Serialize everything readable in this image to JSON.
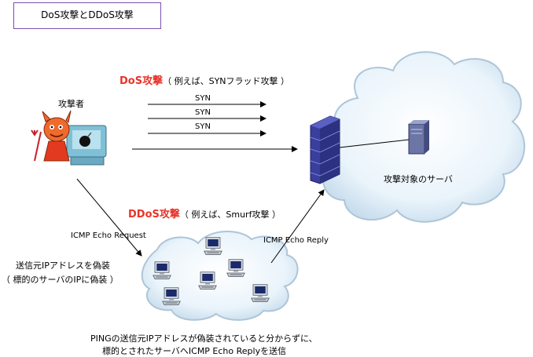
{
  "title": "DoS攻撃とDDoS攻撃",
  "attacker_label": "攻撃者",
  "dos": {
    "heading": "DoS攻撃",
    "example": "（ 例えば、SYNフラッド攻撃 ）",
    "syn_labels": [
      "SYN",
      "SYN",
      "SYN"
    ]
  },
  "ddos": {
    "heading": "DDoS攻撃",
    "example": "（ 例えば、Smurf攻撃 ）"
  },
  "target_label": "攻撃対象のサーバ",
  "icmp_request": "ICMP Echo Request",
  "icmp_reply": "ICMP Echo Reply",
  "spoof_note": [
    "送信元IPアドレスを偽装",
    "（ 標的のサーバのIPに偽装 ）"
  ],
  "bottom_note": [
    "PINGの送信元IPアドレスが偽装されていると分からずに、",
    "標的とされたサーバへICMP Echo Replyを送信"
  ],
  "icons": [
    "devil-attacker-icon",
    "firewall-icon",
    "server-icon",
    "computer-icon"
  ],
  "colors": {
    "accent_red": "#e8342a",
    "title_border": "#7a4fb0",
    "cloud_fill": "#e4f1fa",
    "firewall_blue": "#3a3f9e"
  }
}
